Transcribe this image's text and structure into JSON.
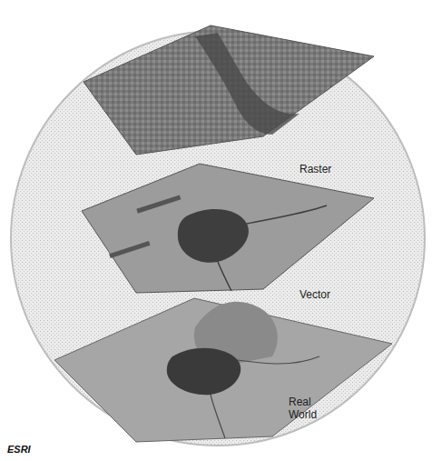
{
  "diagram": {
    "labels": [
      "Raster",
      "Vector",
      "Real World",
      "ESRI"
    ]
  }
}
